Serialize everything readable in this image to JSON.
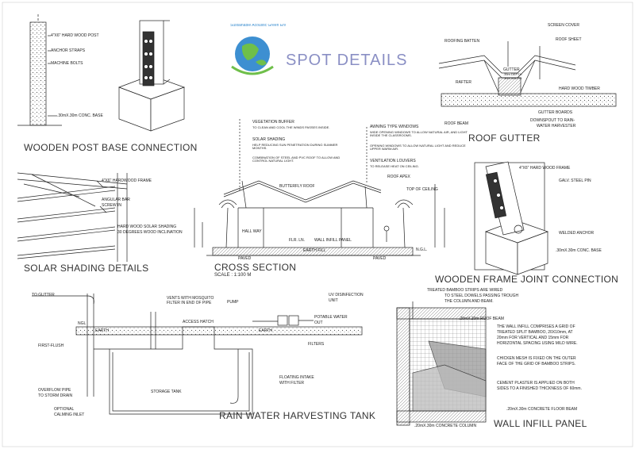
{
  "sheet_title": "SPOT DETAILS",
  "logo": {
    "text": "Sustainable Acoustic Green Environmental School",
    "color": "#3d8fd1"
  },
  "panels": {
    "post_base": {
      "title": "WOODEN POST BASE CONNECTION",
      "labels": [
        "4\"X6\" HARD WOOD POST",
        "ANCHOR STRAPS",
        "MACHINE BOLTS",
        ".30mX.30m CONC. BASE"
      ]
    },
    "solar": {
      "title": "SOLAR SHADING DETAILS",
      "labels": [
        "4\"X6\" HARDWOOD FRAME",
        "ANGULAR BAR",
        "SCREW IN",
        "HARD WOOD SOLAR SHADING",
        "30 DEGREES WOOD INCLINATION"
      ]
    },
    "section": {
      "title": "CROSS SECTION",
      "scale": "SCALE :    1:100 M",
      "labels": {
        "veg": "VEGETATION BUFFER",
        "veg_note": "TO CLEAN AND COOL THE WINDS PASSES INSIDE.",
        "solar": "SOLAR SHADING",
        "solar_note": "HELP REDUCING SUN PENETRATION DURING SUMMER MONTHS.",
        "combo": "COMBINATION OF STEEL AND PVC ROOF TO ALLOW AND CONTROL NATURAL LIGHT.",
        "awning": "AWNING TYPE WINDOWS",
        "awning_note": "WIDE OPENING WINDOWS TO ALLOW NATURAL AIR, AND LIGHT INSIDE THE CLASSROOMS.",
        "open_note": "OPENING WINDOWS TO ALLOW NATURAL LIGHT AND REDUCE UPPER WARM AIR.",
        "vent": "VENTILATION LOUVERS",
        "vent_note": "TO RELEASE HEAT ON CEILING.",
        "butterfly": "BUTTERFLY ROOF",
        "apex": "ROOF APEX",
        "ceiling": "TOP OF CEILING",
        "hallway": "HALL WAY",
        "flr": "FLR. LN.",
        "infill": "WALL INFILL PANEL",
        "ngl": "N.G.L.",
        "paved1": "PAVED",
        "paved2": "PAVED",
        "earth": "EARTH FILL"
      }
    },
    "gutter": {
      "title": "ROOF GUTTER",
      "labels": [
        "ROOFING BATTEN",
        "SCREEN COVER",
        "ROOF SHEET",
        "GUTTER",
        ".35m DEPTH",
        ".30m WIDTH",
        "RAFTER",
        "HARD WOOD TIMBER",
        "GUTTER BOARDS",
        "ROOF BEAM",
        "DOWNSPOUT TO RAIN-",
        "WATER HARVESTER"
      ]
    },
    "joint": {
      "title": "WOODEN FRAME JOINT CONNECTION",
      "labels": [
        "4\"X6\" HARD WOOD FRAME",
        "GALV. STEEL PIN",
        "WELDED ANCHOR",
        ".30mX.30m CONC. BASE"
      ]
    },
    "tank": {
      "title": "RAIN WATER HARVESTING TANK",
      "labels": [
        "TO GUTTER",
        "VENTS WITH MOSQUITO",
        "FILTER IN END OF PIPE",
        "PUMP",
        "UV DISINFECTION",
        "UNIT",
        "POTABLE WATER",
        "OUT",
        "ACCESS HATCH",
        "NGL",
        "EARTH",
        "EARTH",
        "FILTERS",
        "FIRST-FLUSH",
        "FLOATING INTAKE",
        "WITH FILTER",
        "STORAGE TANK",
        "OVERFLOW PIPE",
        "TO STORM DRAIN",
        "OPTIONAL",
        "CALMING INLET"
      ]
    },
    "infill": {
      "title": "WALL INFILL PANEL",
      "labels": [
        "TREATED BAMBOO STRIPS ARE WIRED",
        "TO STEEL DOWELS PASSING TROUGH",
        "THE COLUMN AND BEAM.",
        ".20mX.20m ROOF BEAM",
        "THE WALL INFILL COMPRISES A GRID OF",
        "TREATED SPLIT BAMBOO, 20X10mm, AT",
        "20mm FOR VERTICAL AND 15mm FOR",
        "HORIZONTAL SPACING USING MILD WIRE.",
        "CHICKEN MESH IS FIXED ON THE OUTER",
        "FACE OF THE GRID OF BAMBOO STRIPS.",
        "CEMENT PLASTER IS APPLIED ON BOTH",
        "SIDES TO A FINISHED THICKNESS OF 60mm.",
        ".20mX.30m CONCRETE FLOOR BEAM",
        ".20mX.30m CONCRETE COLUMN"
      ]
    }
  }
}
